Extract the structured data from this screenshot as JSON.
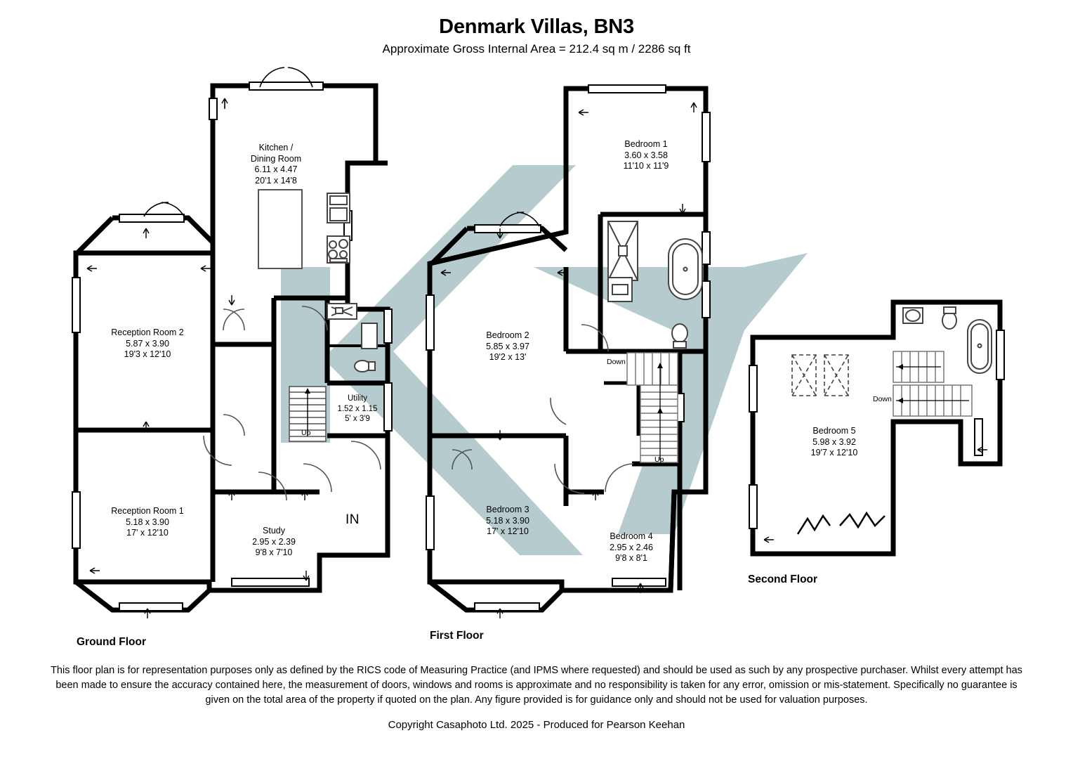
{
  "header": {
    "title": "Denmark Villas, BN3",
    "subtitle": "Approximate Gross Internal Area = 212.4 sq m / 2286 sq ft"
  },
  "floors": [
    {
      "id": "ground",
      "label": "Ground Floor"
    },
    {
      "id": "first",
      "label": "First Floor"
    },
    {
      "id": "second",
      "label": "Second Floor"
    }
  ],
  "rooms": [
    {
      "id": "kitchen-dining",
      "floor": "ground",
      "name_line1": "Kitchen /",
      "name_line2": "Dining Room",
      "metric": "6.11 x 4.47",
      "imperial": "20'1 x 14'8"
    },
    {
      "id": "reception-2",
      "floor": "ground",
      "name": "Reception Room 2",
      "metric": "5.87 x 3.90",
      "imperial": "19'3 x 12'10"
    },
    {
      "id": "reception-1",
      "floor": "ground",
      "name": "Reception Room 1",
      "metric": "5.18 x 3.90",
      "imperial": "17' x 12'10"
    },
    {
      "id": "study",
      "floor": "ground",
      "name": "Study",
      "metric": "2.95 x 2.39",
      "imperial": "9'8 x 7'10"
    },
    {
      "id": "utility",
      "floor": "ground",
      "name": "Utility",
      "metric": "1.52 x 1.15",
      "imperial": "5' x 3'9"
    },
    {
      "id": "bedroom-1",
      "floor": "first",
      "name": "Bedroom 1",
      "metric": "3.60 x 3.58",
      "imperial": "11'10 x 11'9"
    },
    {
      "id": "bedroom-2",
      "floor": "first",
      "name": "Bedroom 2",
      "metric": "5.85 x 3.97",
      "imperial": "19'2 x 13'"
    },
    {
      "id": "bedroom-3",
      "floor": "first",
      "name": "Bedroom 3",
      "metric": "5.18 x 3.90",
      "imperial": "17' x 12'10"
    },
    {
      "id": "bedroom-4",
      "floor": "first",
      "name": "Bedroom 4",
      "metric": "2.95 x 2.46",
      "imperial": "9'8 x 8'1"
    },
    {
      "id": "bedroom-5",
      "floor": "second",
      "name": "Bedroom 5",
      "metric": "5.98 x 3.92",
      "imperial": "19'7 x 12'10"
    }
  ],
  "markers": {
    "entrance": "IN",
    "stairs_up_ground": "Up",
    "stairs_down_first": "Down",
    "stairs_up_first": "Up",
    "stairs_down_second": "Down"
  },
  "footer": {
    "disclaimer": "This floor plan is for representation purposes only as defined by the RICS code of Measuring Practice (and IPMS where requested) and should be used as such by any prospective purchaser. Whilst every attempt has been made to ensure the accuracy contained here, the measurement of doors, windows and rooms is approximate and no responsibility is taken for any error, omission or mis-statement. Specifically no guarantee is given on the total area of the property if quoted on the plan. Any figure provided is for guidance only and should not be used for valuation purposes.",
    "copyright": "Copyright Casaphoto Ltd. 2025 - Produced for Pearson Keehan"
  },
  "colors": {
    "wall": "#000000",
    "fixture_stroke": "#333333",
    "watermark": "#a9c2c6",
    "background": "#ffffff"
  }
}
